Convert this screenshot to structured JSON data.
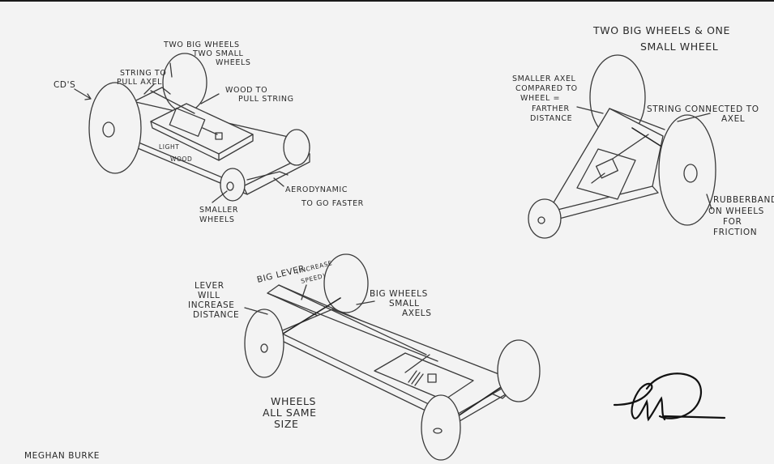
{
  "sketch1": {
    "two_big_wheels": "TWO BIG WHEELS",
    "two_small_wheels": "TWO SMALL",
    "wheels": "WHEELS",
    "cds": "CD'S",
    "string_to": "STRING TO",
    "pull_axel": "PULL AXEL",
    "wood_to": "WOOD TO",
    "pull_string": "PULL STRING",
    "light": "LIGHT",
    "wood": "WOOD",
    "smaller": "SMALLER",
    "smaller_wheels": "WHEELS",
    "aerodynamic": "AERODYNAMIC",
    "to_go_faster": "TO GO FASTER"
  },
  "sketch2": {
    "title_line1": "TWO BIG WHEELS & ONE",
    "title_line2": "SMALL WHEEL",
    "smaller_axel": "SMALLER AXEL",
    "compared_to": "COMPARED TO",
    "wheel_eq": "WHEEL =",
    "farther": "FARTHER",
    "distance": "DISTANCE",
    "string_connected": "STRING CONNECTED TO",
    "axel": "AXEL",
    "rubberbands": "RUBBERBANDS",
    "on_wheels": "ON WHEELS",
    "for": "FOR",
    "friction": "FRICTION"
  },
  "sketch3": {
    "lever": "LEVER",
    "will": "WILL",
    "increase": "INCREASE",
    "distance": "DISTANCE",
    "big_lever": "BIG LEVER",
    "increase_speed_1": "(INCREASE",
    "increase_speed_2": "SPEED)",
    "big_wheels": "BIG WHEELS",
    "small": "SMALL",
    "axels": "AXELS",
    "wheels": "WHEELS",
    "all_same": "ALL SAME",
    "size": "SIZE"
  },
  "author": "MEGHAN BURKE",
  "signature_icon": "signature-monogram-icon"
}
